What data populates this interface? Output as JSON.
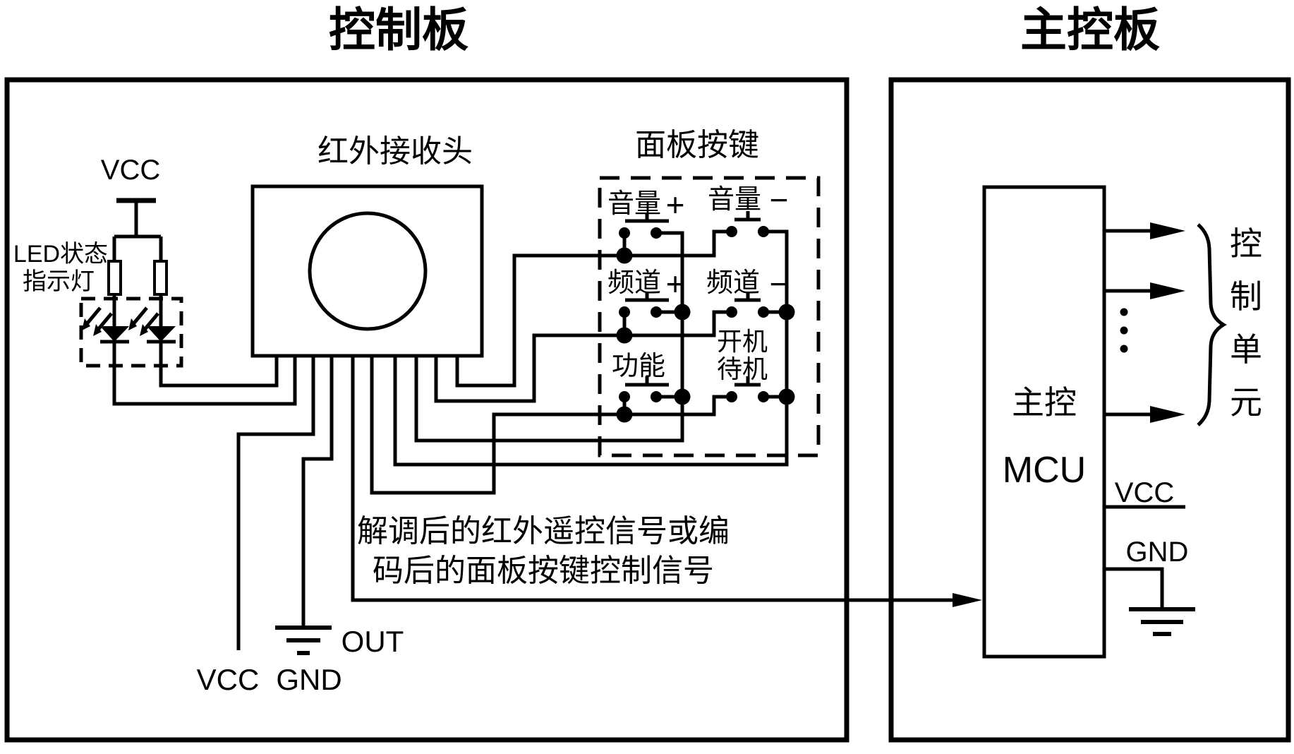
{
  "left": {
    "title": "控制板",
    "led_indicator": {
      "line1": "LED状态",
      "line2": "指示灯"
    },
    "vcc_top": "VCC",
    "ir_receiver_label": "红外接收头",
    "panel": {
      "title": "面板按键",
      "buttons": {
        "vol_plus": {
          "label": "音量",
          "sign": "+"
        },
        "vol_minus": {
          "label": "音量",
          "sign": "−"
        },
        "ch_plus": {
          "label": "频道",
          "sign": "+"
        },
        "ch_minus": {
          "label": "频道",
          "sign": "−"
        },
        "func": {
          "label": "功能"
        },
        "power": {
          "line1": "开机",
          "line2": "待机"
        }
      }
    },
    "signal_text": {
      "line1": "解调后的红外遥控信号或编",
      "line2": "码后的面板按键控制信号"
    },
    "pins": {
      "vcc": "VCC",
      "gnd": "GND",
      "out": "OUT"
    }
  },
  "right": {
    "title": "主控板",
    "mcu": {
      "line1": "主控",
      "line2": "MCU",
      "vcc": "VCC",
      "gnd": "GND"
    },
    "control_unit_chars": [
      "控",
      "制",
      "单",
      "元"
    ]
  },
  "colors": {
    "line": "#000000",
    "background": "#ffffff"
  }
}
